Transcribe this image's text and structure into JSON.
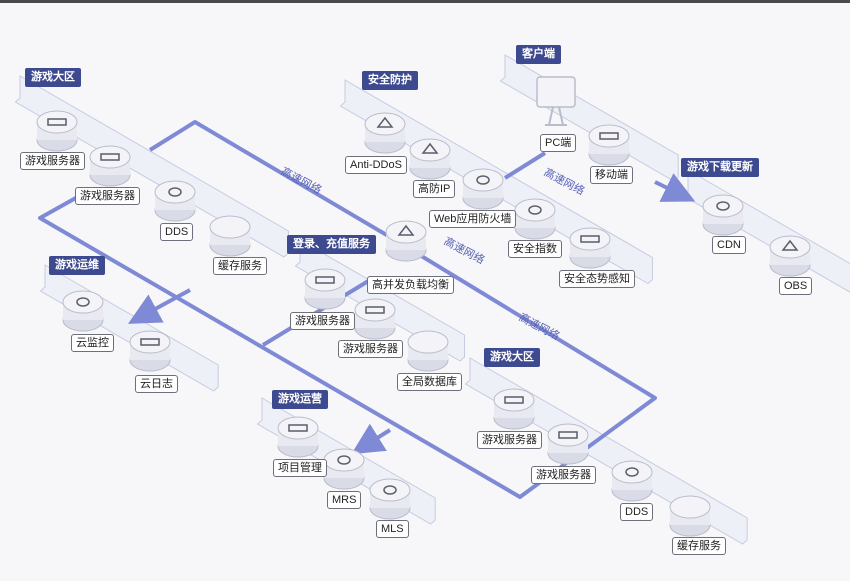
{
  "colors": {
    "line": "#7f8ad6",
    "badge": "#3d4a8f",
    "platform": "#eef0f8",
    "platform_edge": "#c7cbe0",
    "device": "#f3f3f8",
    "device_edge": "#b9bccb"
  },
  "groups": {
    "game_zone_1": {
      "title": "游戏大区",
      "nodes": [
        "游戏服务器",
        "游戏服务器",
        "DDS",
        "缓存服务"
      ]
    },
    "security": {
      "title": "安全防护",
      "nodes": [
        "Anti-DDoS",
        "高防IP",
        "Web应用防火墙",
        "安全指数",
        "安全态势感知"
      ]
    },
    "client": {
      "title": "客户端",
      "nodes": [
        "PC端",
        "移动端"
      ]
    },
    "download": {
      "title": "游戏下载更新",
      "nodes": [
        "CDN",
        "OBS"
      ]
    },
    "ops": {
      "title": "游戏运维",
      "nodes": [
        "云监控",
        "云日志"
      ]
    },
    "login": {
      "title": "登录、充值服务",
      "nodes": [
        "游戏服务器",
        "游戏服务器",
        "全局数据库"
      ]
    },
    "game_zone_2": {
      "title": "游戏大区",
      "nodes": [
        "游戏服务器",
        "游戏服务器",
        "DDS",
        "缓存服务"
      ]
    },
    "operation": {
      "title": "游戏运营",
      "nodes": [
        "项目管理",
        "MRS",
        "MLS"
      ]
    }
  },
  "center_node": "高并发负载均衡",
  "network_label": "高速网络"
}
